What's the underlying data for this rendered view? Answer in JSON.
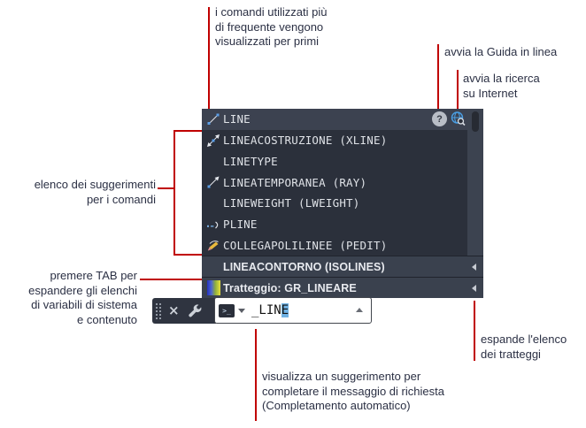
{
  "colors": {
    "annotation_text": "#2b3044",
    "connector_red": "#c00000",
    "panel_bg": "#2b303b",
    "selected_row_bg": "#3c4250",
    "expand_row_bg": "#3a414e",
    "row_text": "#dfe2e7",
    "selection_highlight": "#70b2e4",
    "globe_blue": "#4aa0e6"
  },
  "annotations": {
    "frequent_commands": "i comandi utilizzati più\ndi frequente vengono\nvisualizzati per primi",
    "online_help": "avvia la Guida in linea",
    "internet_search": "avvia la ricerca\nsu Internet",
    "suggestion_list": "elenco dei suggerimenti\nper i comandi",
    "press_tab": "premere TAB per\nespandere gli elenchi\ndi variabili di sistema\ne contenuto",
    "autocomplete": "visualizza un suggerimento per\ncompletare il messaggio di richiesta\n(Completamento automatico)",
    "expand_hatch": "espande l'elenco\ndei tratteggi"
  },
  "panel": {
    "rows": [
      {
        "label": "LINE",
        "icon": "line-icon",
        "selected": true
      },
      {
        "label": "LINEACOSTRUZIONE (XLINE)",
        "icon": "xline-icon"
      },
      {
        "label": "LINETYPE",
        "icon": ""
      },
      {
        "label": "LINEATEMPORANEA (RAY)",
        "icon": "ray-icon"
      },
      {
        "label": "LINEWEIGHT (LWEIGHT)",
        "icon": ""
      },
      {
        "label": "PLINE",
        "icon": "pline-icon"
      },
      {
        "label": "COLLEGAPOLILINEE (PEDIT)",
        "icon": "pedit-icon"
      }
    ],
    "expandable_rows": [
      {
        "label": "LINEACONTORNO (ISOLINES)",
        "icon": ""
      },
      {
        "label": "Tratteggio: GR_LINEARE",
        "icon": "hatch-swatch"
      }
    ],
    "help_icon_glyph": "?"
  },
  "command_line": {
    "prompt_chip_glyph": ">_",
    "typed_value": "_LIN",
    "suggested_value": "E",
    "close_glyph": "×"
  }
}
